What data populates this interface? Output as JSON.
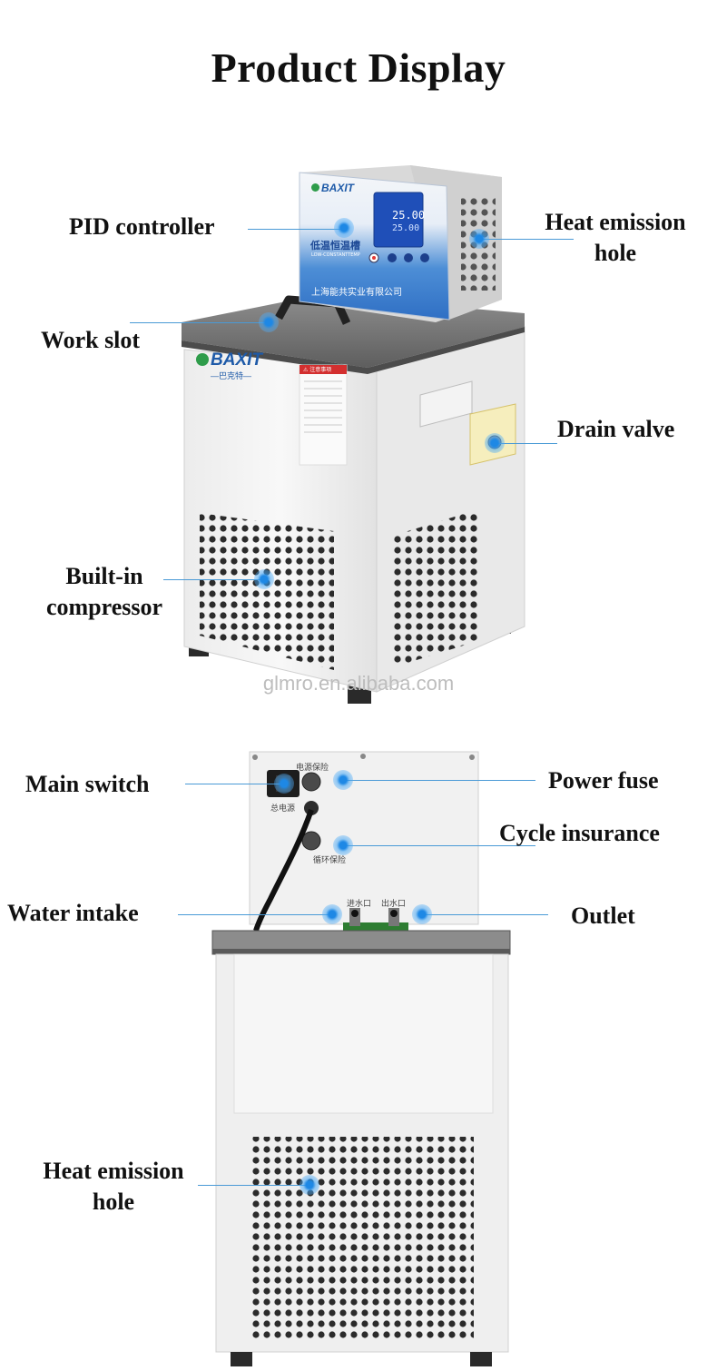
{
  "page": {
    "title": "Product Display"
  },
  "upper": {
    "labels": {
      "pid_controller": "PID controller",
      "heat_emission_hole": "Heat emission hole",
      "work_slot": "Work slot",
      "drain_valve": "Drain valve",
      "built_in_compressor": "Built-in compressor"
    },
    "brand": "BAXIT",
    "brand_sub": "—巴克特—",
    "display_top": "25.00",
    "display_bottom": "25.00",
    "panel_text": "低温恒温槽",
    "panel_subtext": "LOW-CONSTANTTEMP",
    "company": "上海能共实业有限公司",
    "warning": "⚠ 注意事项"
  },
  "lower": {
    "labels": {
      "main_switch": "Main switch",
      "power_fuse": "Power fuse",
      "cycle_insurance": "Cycle insurance",
      "water_intake": "Water intake",
      "outlet": "Outlet",
      "heat_emission_hole": "Heat emission hole"
    },
    "panel_labels": {
      "power_protect": "电源保险",
      "main_power": "总电源",
      "cycle_protect": "循环保险",
      "inlet": "进水口",
      "outlet": "出水口"
    }
  },
  "watermark": "glmro.en.alibaba.com",
  "colors": {
    "accent": "#1e88e5",
    "leader": "#4a9ad6",
    "panel_blue": "#3d7fd0",
    "body": "#f1f1f1"
  }
}
